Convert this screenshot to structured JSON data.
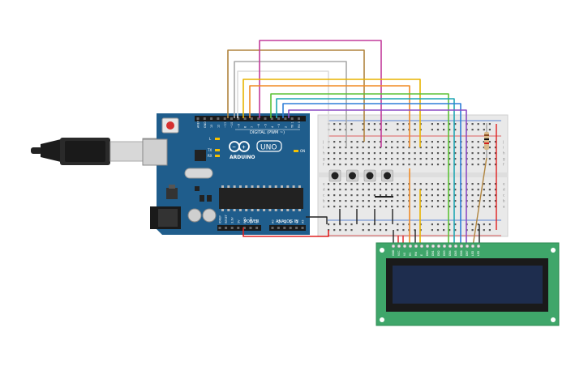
{
  "arduino": {
    "brand": "ARDUINO",
    "model": "UNO",
    "digital_label": "DIGITAL (PWM ~)",
    "power_label": "POWER",
    "analog_label": "ANALOG IN",
    "on_label": "ON",
    "tx_label": "TX",
    "rx_label": "RX",
    "l_label": "L",
    "board_color": "#1f5d8c",
    "digital_pins": [
      "AREF",
      "GND",
      "13",
      "12",
      "~11",
      "~10",
      "~9",
      "8",
      "7",
      "~6",
      "~5",
      "4",
      "~3",
      "2",
      "TX 1",
      "RX 0"
    ],
    "power_pins": [
      "IOREF",
      "RESET",
      "3.3V",
      "5V",
      "GND",
      "GND",
      "Vin"
    ],
    "analog_pins": [
      "A0",
      "A1",
      "A2",
      "A3",
      "A4",
      "A5"
    ]
  },
  "breadboard": {
    "row_labels": [
      "j",
      "i",
      "h",
      "g",
      "f",
      "e",
      "d",
      "c",
      "b",
      "a"
    ],
    "button_count": 4
  },
  "lcd": {
    "pin_labels": [
      "GND",
      "VCC",
      "V0",
      "RS",
      "RW",
      "E",
      "DB0",
      "DB1",
      "DB2",
      "DB3",
      "DB4",
      "DB5",
      "DB6",
      "DB7",
      "LED",
      "LED"
    ],
    "board_color": "#3fa66a",
    "screen_color": "#1e2d4e"
  },
  "wire_colors": {
    "pin12": "#b0843e",
    "pin11": "#a8a8a8",
    "pin10": "#ffffff",
    "pin9": "#c23b9b",
    "pin8": "#e8b400",
    "pin7": "#f08a24",
    "pin6": "#5bc236",
    "pin5": "#1fa6b4",
    "pin4": "#2f7fd8",
    "pin3": "#8b4cc4",
    "power_5v": "#e02020",
    "ground": "#222222"
  }
}
